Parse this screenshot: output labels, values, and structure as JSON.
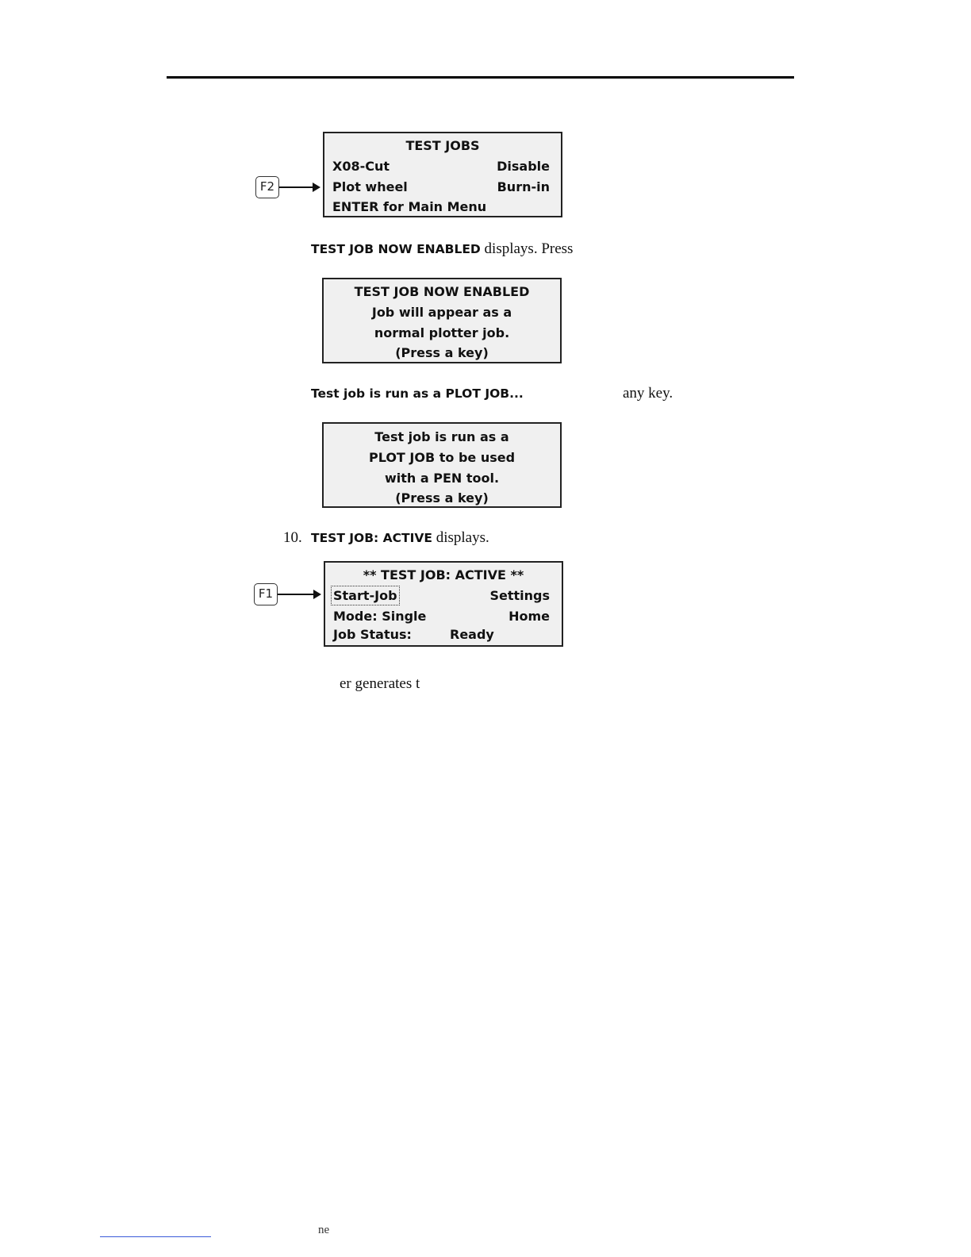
{
  "screen1": {
    "title": "TEST JOBS",
    "row1_left": "X08-Cut",
    "row1_right": "Disable",
    "row2_left": "Plot wheel",
    "row2_right": "Burn-in",
    "row3_left": "ENTER for Main Menu",
    "key": "F2"
  },
  "para1": {
    "bold": "TEST JOB NOW ENABLED",
    "rest": " displays. Press"
  },
  "screen2": {
    "line1": "TEST JOB NOW ENABLED",
    "line2": "Job will appear as a",
    "line3": "normal plotter job.",
    "line4": "(Press a key)"
  },
  "para2": {
    "bold": "Test job is run as a PLOT JOB...",
    "rest": "any key."
  },
  "screen3": {
    "line1": "Test job is run as a",
    "line2": "PLOT JOB to be used",
    "line3": "with a PEN tool.",
    "line4": "(Press a key)"
  },
  "step10": {
    "number": "10.",
    "bold": "TEST JOB: ACTIVE",
    "rest": " displays."
  },
  "screen4": {
    "title": "** TEST JOB: ACTIVE **",
    "row1_left": "Start-Job",
    "row1_right": "Settings",
    "row2_left": "Mode: Single",
    "row2_right": "Home",
    "row3_left": "Job Status:",
    "row3_value": "Ready",
    "key": "F1"
  },
  "para3": {
    "text": "er generates t"
  },
  "footer": {
    "text": "ne"
  }
}
